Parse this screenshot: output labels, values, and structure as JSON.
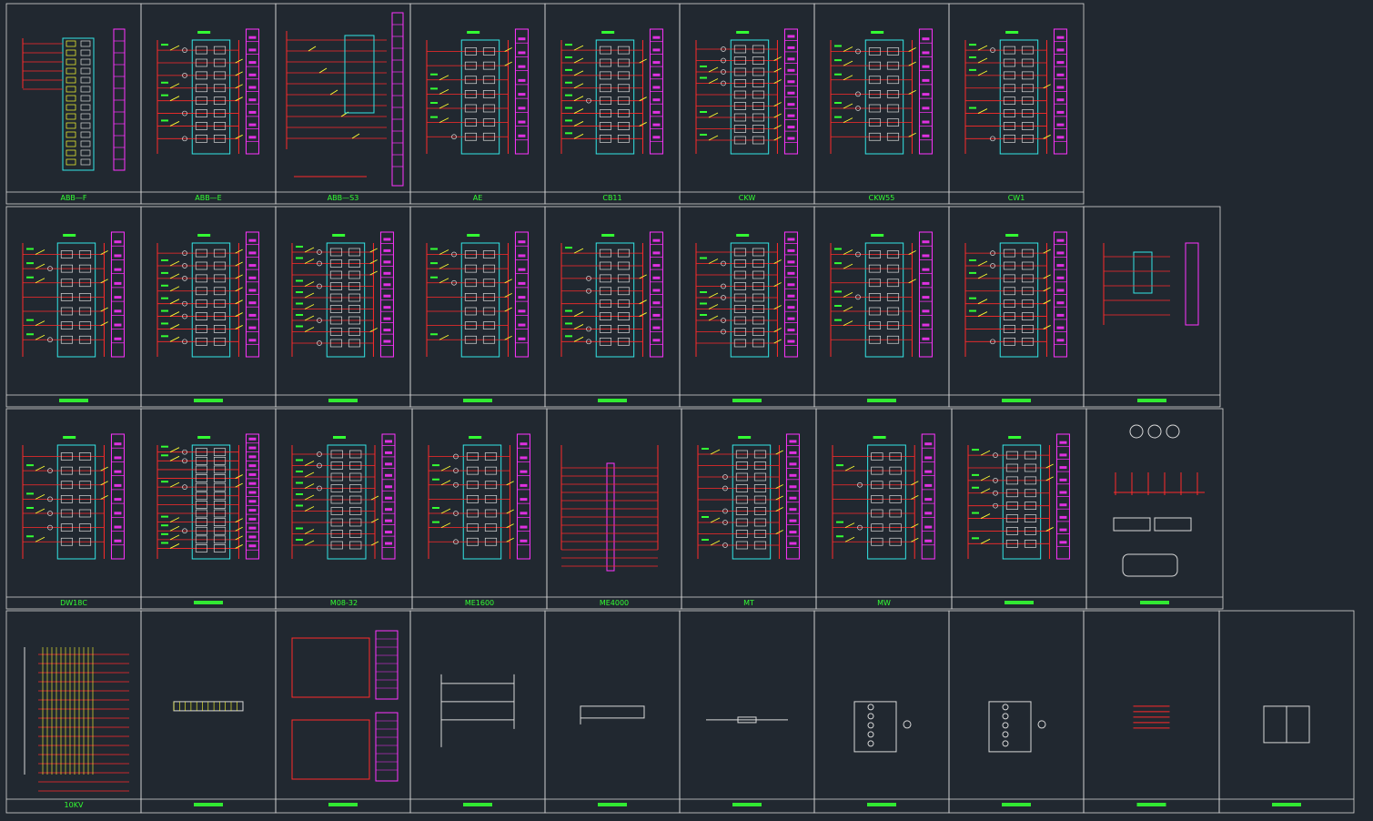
{
  "colors": {
    "background": "#212830",
    "frame": "#d8d8d8",
    "wire": "#ff2a2a",
    "terminal": "#33e6e6",
    "label": "#33ff33",
    "contact": "#ffff33",
    "table": "#ff33ff",
    "text_block": "#33ff33"
  },
  "rows": [
    {
      "name": "row-1",
      "panels": [
        {
          "caption": "ABB—F",
          "kind": "vertical"
        },
        {
          "caption": "ABB—E",
          "kind": "standard"
        },
        {
          "caption": "ABB—S3",
          "kind": "complex"
        },
        {
          "caption": "AE",
          "kind": "standard"
        },
        {
          "caption": "CB11",
          "kind": "standard"
        },
        {
          "caption": "CKW",
          "kind": "standard"
        },
        {
          "caption": "CKW55",
          "kind": "standard"
        },
        {
          "caption": "CW1",
          "kind": "standard"
        }
      ]
    },
    {
      "name": "row-2",
      "panels": [
        {
          "caption": "",
          "kind": "standard"
        },
        {
          "caption": "",
          "kind": "standard"
        },
        {
          "caption": "",
          "kind": "standard"
        },
        {
          "caption": "",
          "kind": "standard"
        },
        {
          "caption": "",
          "kind": "standard"
        },
        {
          "caption": "",
          "kind": "standard"
        },
        {
          "caption": "",
          "kind": "standard"
        },
        {
          "caption": "",
          "kind": "standard"
        },
        {
          "caption": "",
          "kind": "small"
        }
      ]
    },
    {
      "name": "row-3",
      "panels": [
        {
          "caption": "DW18C",
          "kind": "standard"
        },
        {
          "caption": "",
          "kind": "tall"
        },
        {
          "caption": "M08-32",
          "kind": "standard"
        },
        {
          "caption": "ME1600",
          "kind": "standard"
        },
        {
          "caption": "ME4000",
          "kind": "me4000"
        },
        {
          "caption": "MT",
          "kind": "standard"
        },
        {
          "caption": "MW",
          "kind": "standard"
        },
        {
          "caption": "",
          "kind": "standard"
        },
        {
          "caption": "",
          "kind": "bus"
        }
      ]
    },
    {
      "name": "row-4",
      "panels": [
        {
          "caption": "10KV",
          "kind": "grid"
        },
        {
          "caption": "",
          "kind": "strip"
        },
        {
          "caption": "",
          "kind": "double"
        },
        {
          "caption": "",
          "kind": "ladder"
        },
        {
          "caption": "",
          "kind": "single-line"
        },
        {
          "caption": "",
          "kind": "line"
        },
        {
          "caption": "",
          "kind": "motor"
        },
        {
          "caption": "",
          "kind": "motor2"
        },
        {
          "caption": "",
          "kind": "tiny"
        },
        {
          "caption": "",
          "kind": "relay"
        }
      ]
    }
  ]
}
